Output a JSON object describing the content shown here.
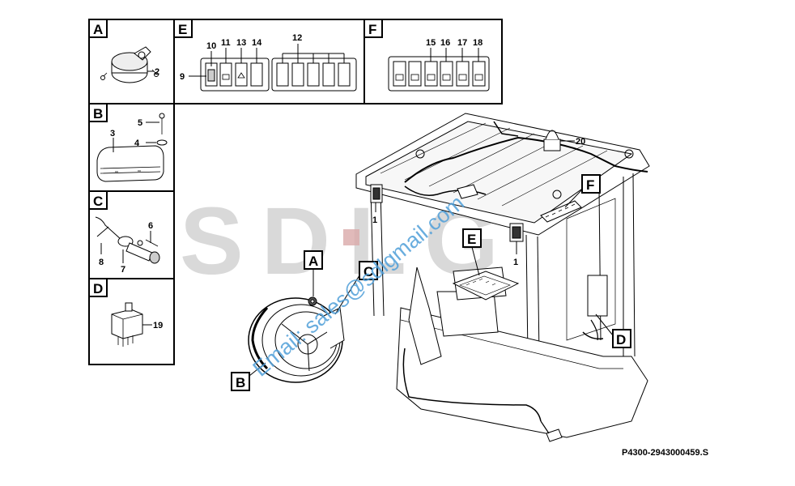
{
  "watermark": {
    "logo": "SDLG",
    "email": "Email: sales@sdlgmail.com"
  },
  "panels": {
    "A": {
      "letter": "A",
      "callouts": [
        "2"
      ]
    },
    "B": {
      "letter": "B",
      "callouts": [
        "3",
        "4",
        "5"
      ]
    },
    "C": {
      "letter": "C",
      "callouts": [
        "6",
        "7",
        "8"
      ]
    },
    "D": {
      "letter": "D",
      "callouts": [
        "19"
      ]
    },
    "E": {
      "letter": "E",
      "callouts": [
        "9",
        "10",
        "11",
        "13",
        "14",
        "12"
      ]
    },
    "F": {
      "letter": "F",
      "callouts": [
        "15",
        "16",
        "17",
        "18"
      ]
    }
  },
  "main_callouts": {
    "lamp": "20",
    "left_light": "1",
    "right_light": "1",
    "tag_A": "A",
    "tag_B": "B",
    "tag_C": "C",
    "tag_D": "D",
    "tag_E": "E",
    "tag_F": "F"
  },
  "drawing_code": "P4300-2943000459.S"
}
